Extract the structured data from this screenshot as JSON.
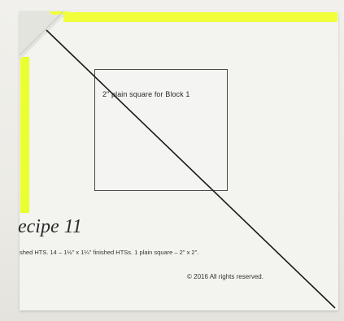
{
  "photo": {
    "square_label": "2\" plain square for Block 1",
    "recipe_title": "ecipe 11",
    "recipe_description": "shed HTS. 14 – 1½\" x 1¼\" finished HTSs. 1 plain square – 2\" x 2\".",
    "copyright": "© 2016 All rights reserved."
  },
  "colors": {
    "paper": "#f3f3f0",
    "highlighter": "#f0ff3a",
    "ink": "#1a1a1a"
  }
}
